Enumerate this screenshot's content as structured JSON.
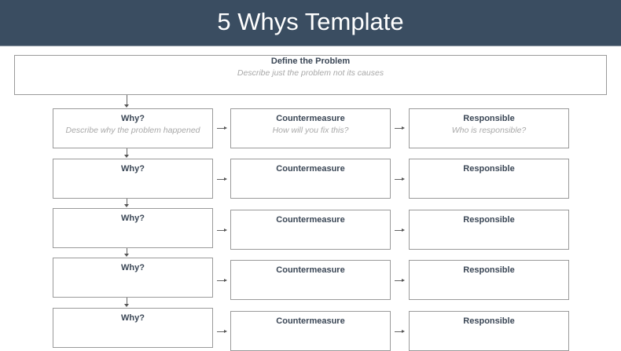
{
  "header": {
    "title": "5 Whys Template",
    "background": "#3a4d61"
  },
  "problem": {
    "label": "Define the Problem",
    "hint": "Describe just the problem not its causes"
  },
  "rows": [
    {
      "why": {
        "label": "Why?",
        "hint": "Describe why the problem happened"
      },
      "countermeasure": {
        "label": "Countermeasure",
        "hint": "How will you fix this?"
      },
      "responsible": {
        "label": "Responsible",
        "hint": "Who is responsible?"
      }
    },
    {
      "why": {
        "label": "Why?",
        "hint": ""
      },
      "countermeasure": {
        "label": "Countermeasure",
        "hint": ""
      },
      "responsible": {
        "label": "Responsible",
        "hint": ""
      }
    },
    {
      "why": {
        "label": "Why?",
        "hint": ""
      },
      "countermeasure": {
        "label": "Countermeasure",
        "hint": ""
      },
      "responsible": {
        "label": "Responsible",
        "hint": ""
      }
    },
    {
      "why": {
        "label": "Why?",
        "hint": ""
      },
      "countermeasure": {
        "label": "Countermeasure",
        "hint": ""
      },
      "responsible": {
        "label": "Responsible",
        "hint": ""
      }
    },
    {
      "why": {
        "label": "Why?",
        "hint": ""
      },
      "countermeasure": {
        "label": "Countermeasure",
        "hint": ""
      },
      "responsible": {
        "label": "Responsible",
        "hint": ""
      }
    }
  ]
}
